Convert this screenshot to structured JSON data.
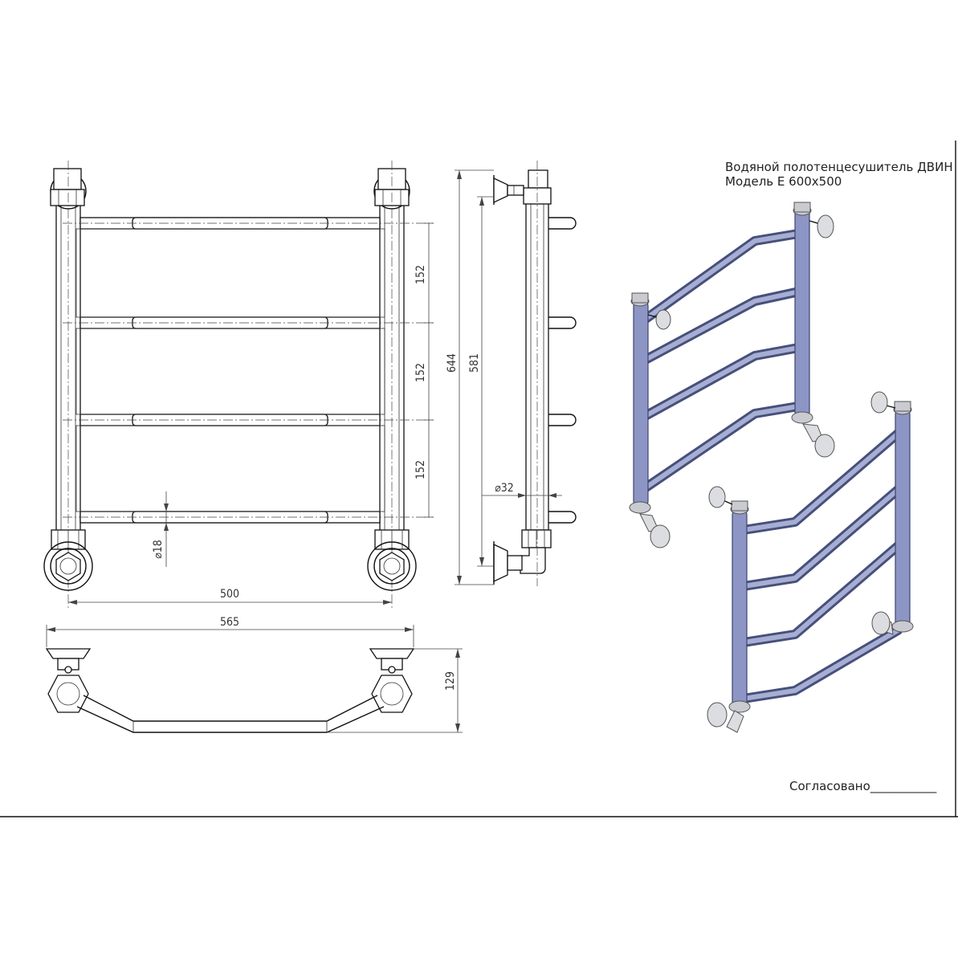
{
  "title": {
    "line1": "Водяной полотенцесушитель ДВИН",
    "line2": "Модель Е 600х500"
  },
  "approval": {
    "label": "Согласовано___________"
  },
  "dimensions": {
    "rung_spacing_1": "152",
    "rung_spacing_2": "152",
    "rung_spacing_3": "152",
    "total_height": "644",
    "side_height": "581",
    "connection_width": "500",
    "total_width": "565",
    "depth": "129",
    "rung_diameter": "⌀18",
    "post_diameter": "⌀32"
  },
  "colors": {
    "line": "#111111",
    "pipe_fill": "#8d95c4",
    "pipe_dark": "#47507a",
    "fitting": "#c9cbd1"
  }
}
